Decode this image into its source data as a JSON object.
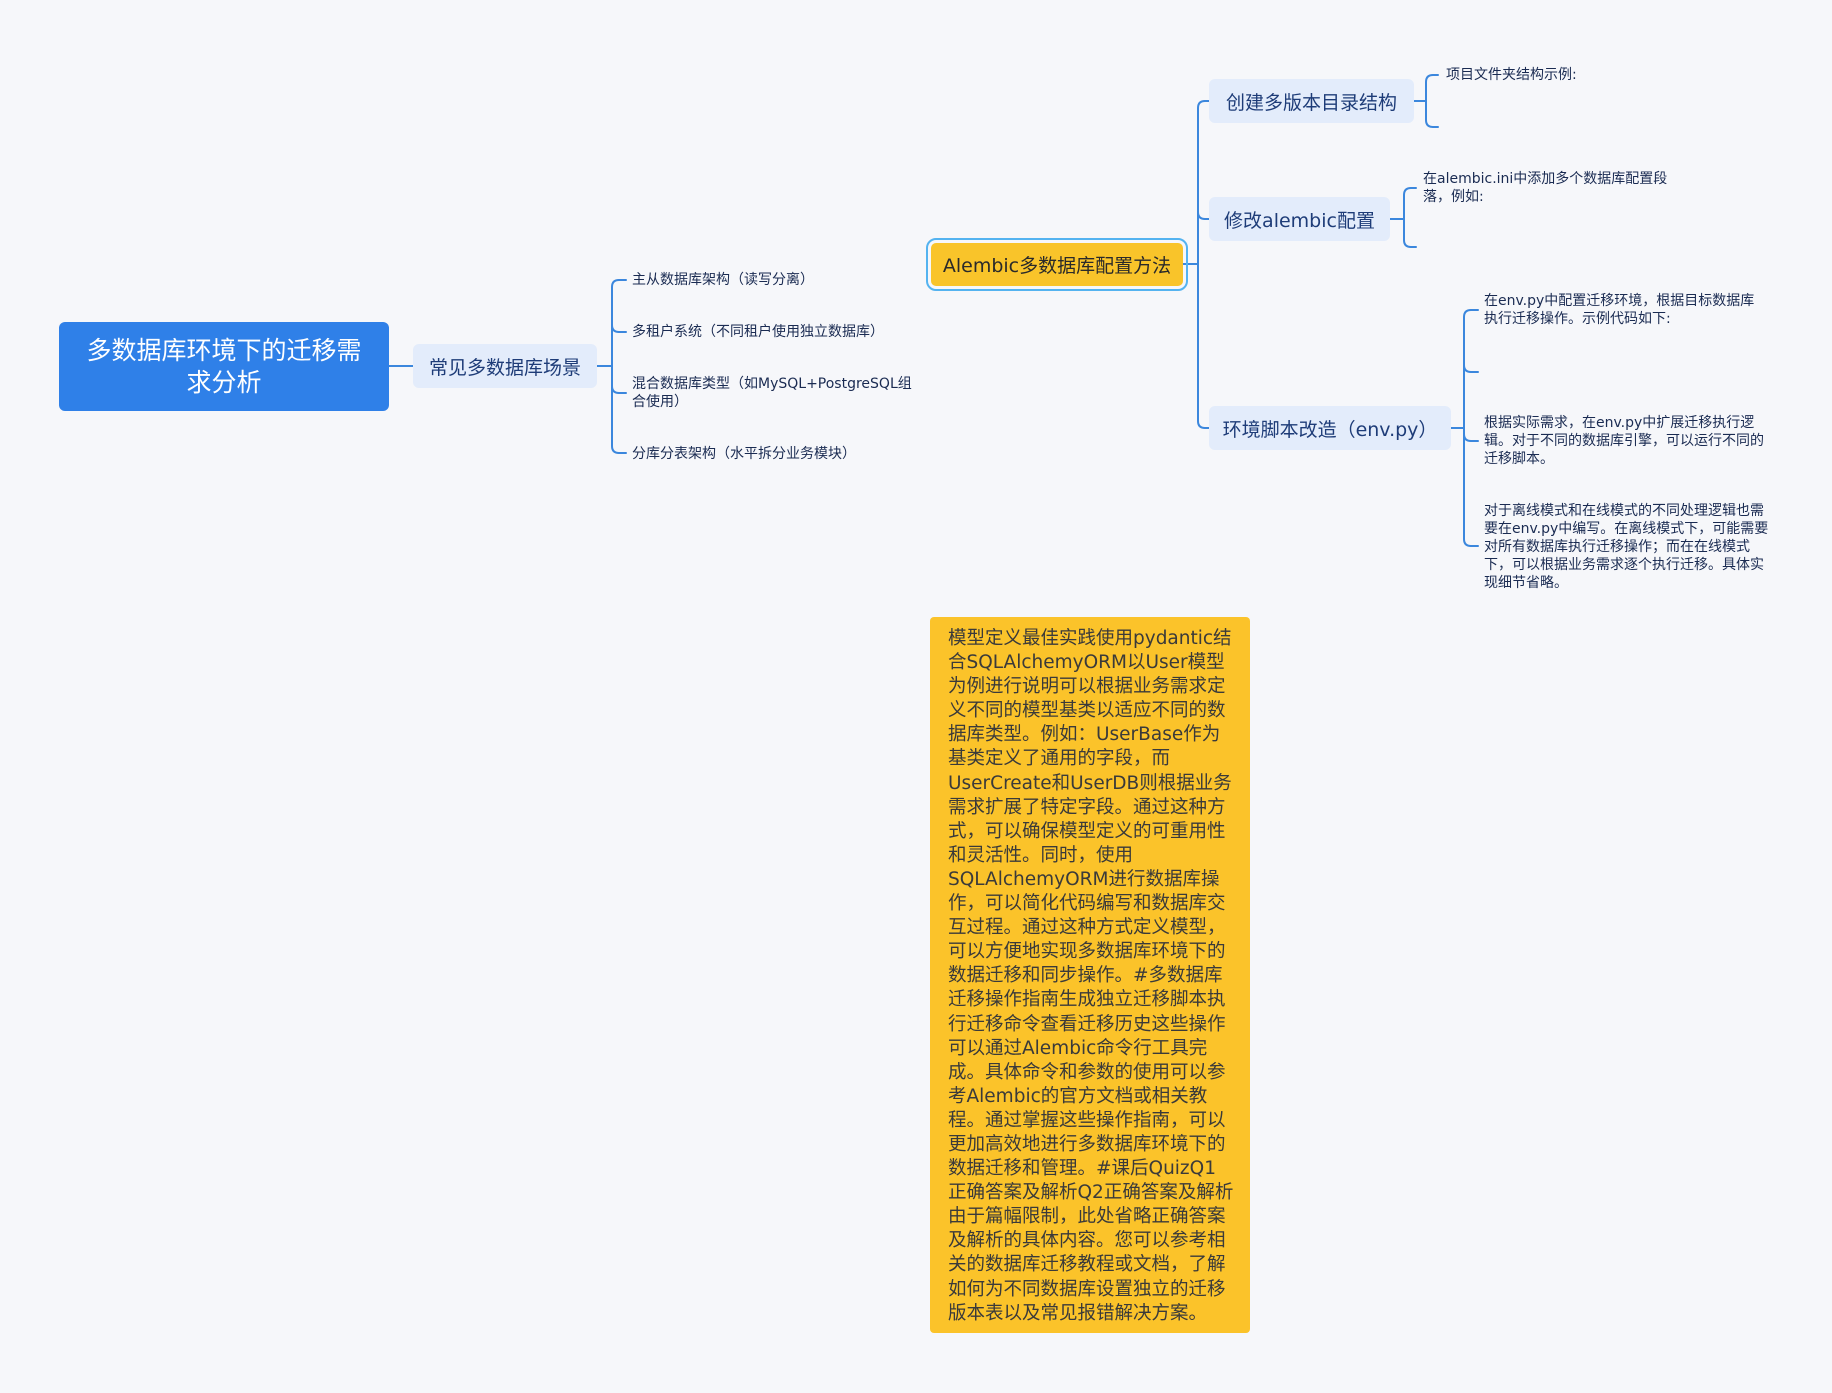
{
  "root": {
    "label": "多数据库环境下的迁移需求分析"
  },
  "scenarios": {
    "label": "常见多数据库场景",
    "items": [
      "主从数据库架构（读写分离）",
      "多租户系统（不同租户使用独立数据库）",
      "混合数据库类型（如MySQL+PostgreSQL组合使用）",
      "分库分表架构（水平拆分业务模块）"
    ]
  },
  "alembic": {
    "label": "Alembic多数据库配置方法",
    "dirs": {
      "label": "创建多版本目录结构",
      "items": [
        "项目文件夹结构示例:",
        ""
      ]
    },
    "config": {
      "label": "修改alembic配置",
      "items": [
        "在alembic.ini中添加多个数据库配置段落，例如:",
        ""
      ]
    },
    "env": {
      "label": "环境脚本改造（env.py）",
      "items": [
        "在env.py中配置迁移环境，根据目标数据库执行迁移操作。示例代码如下:",
        "",
        "根据实际需求，在env.py中扩展迁移执行逻辑。对于不同的数据库引擎，可以运行不同的迁移脚本。",
        "对于离线模式和在线模式的不同处理逻辑也需要在env.py中编写。在离线模式下，可能需要对所有数据库执行迁移操作；而在在线模式下，可以根据业务需求逐个执行迁移。具体实现细节省略。"
      ]
    }
  },
  "note": {
    "text": "模型定义最佳实践使用pydantic结合SQLAlchemyORM以User模型为例进行说明可以根据业务需求定义不同的模型基类以适应不同的数据库类型。例如：UserBase作为基类定义了通用的字段，而UserCreate和UserDB则根据业务需求扩展了特定字段。通过这种方式，可以确保模型定义的可重用性和灵活性。同时，使用SQLAlchemyORM进行数据库操作，可以简化代码编写和数据库交互过程。通过这种方式定义模型，可以方便地实现多数据库环境下的数据迁移和同步操作。#多数据库迁移操作指南生成独立迁移脚本执行迁移命令查看迁移历史这些操作可以通过Alembic命令行工具完成。具体命令和参数的使用可以参考Alembic的官方文档或相关教程。通过掌握这些操作指南，可以更加高效地进行多数据库环境下的数据迁移和管理。#课后QuizQ1正确答案及解析Q2正确答案及解析由于篇幅限制，此处省略正确答案及解析的具体内容。您可以参考相关的数据库迁移教程或文档，了解如何为不同数据库设置独立的迁移版本表以及常见报错解决方案。"
  },
  "colors": {
    "background": "#f6f7fa",
    "root": "#2f80e8",
    "topic": "#e3ecfb",
    "accent": "#f9c42a",
    "line": "#3b87dd"
  }
}
